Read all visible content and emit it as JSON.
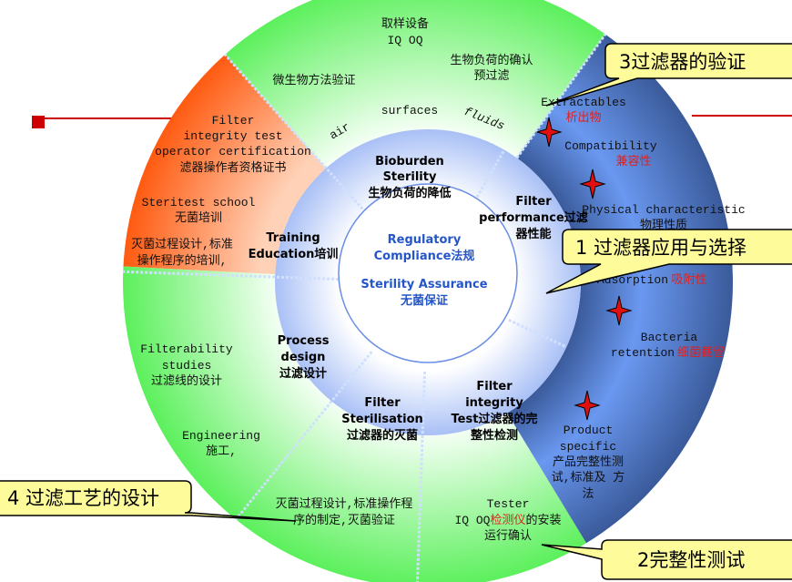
{
  "outer_ring": {
    "top": {
      "l1": "取样设备",
      "l2": "IQ OQ",
      "micro": "微生物方法验证",
      "bio1": "生物负荷的确认",
      "bio2": "预过滤",
      "air": "air",
      "surfaces": "surfaces",
      "fluids": "fluids"
    },
    "orange": {
      "l1": "Filter",
      "l2": "integrity test",
      "l3": "operator certification",
      "l4": "滤器操作者资格证书",
      "l5": "Steritest school",
      "l6": "无菌培训",
      "l7": "灭菌过程设计,标准",
      "l8": "操作程序的培训,"
    },
    "blue": {
      "extract_en": "Extractables",
      "extract_cn": "析出物",
      "compat_en": "Compatibility",
      "compat_cn": "兼容性",
      "phys_en": "Physical characteristic",
      "phys_cn": "物理性质",
      "adsorp_en": "Adsorption",
      "adsorp_cn": "吸附性",
      "bact_en1": "Bacteria",
      "bact_en2": "retention",
      "bact_cn": "细菌截留",
      "prod1": "Product",
      "prod2": "specific",
      "prod3": "产品完整性测",
      "prod4": "试,标准及 方",
      "prod5": "法"
    },
    "left": {
      "f1": "Filterability",
      "f2": "studies",
      "f3": "过滤线的设计",
      "e1": "Engineering",
      "e2": "施工,"
    },
    "bottom": {
      "s1": "灭菌过程设计,标准操作程",
      "s2": "序的制定,灭菌验证",
      "t1": "Tester",
      "t2a": "IQ OQ",
      "t2b": "检测仪",
      "t2c": "的安装",
      "t3": "运行确认"
    }
  },
  "middle_ring": {
    "bioburden": [
      "Bioburden",
      "Sterility",
      "生物负荷的降低"
    ],
    "performance": [
      "Filter",
      "performance过滤",
      "器性能"
    ],
    "integrity": [
      "Filter",
      "integrity",
      "Test过滤器的完",
      "整性检测"
    ],
    "sterilisation": [
      "Filter",
      "Sterilisation",
      "过滤器的灭菌"
    ],
    "process": [
      "Process",
      "design",
      "过滤设计"
    ],
    "training": [
      "Training",
      "Education培训"
    ]
  },
  "center": {
    "l1": "Regulatory",
    "l2": "Compliance法规",
    "l3": "Sterility Assurance",
    "l4": "无菌保证"
  },
  "callouts": {
    "c1": "1 过滤器应用与选择",
    "c2": "2完整性测试",
    "c3": "3过滤器的验证",
    "c4": "4 过滤工艺的设计"
  },
  "colors": {
    "green": "#66f066",
    "orange": "#ff6a1a",
    "blue": "#4a6fc0",
    "callout": "#fdfb9a",
    "star": "#e01010",
    "line": "#cc0000"
  }
}
